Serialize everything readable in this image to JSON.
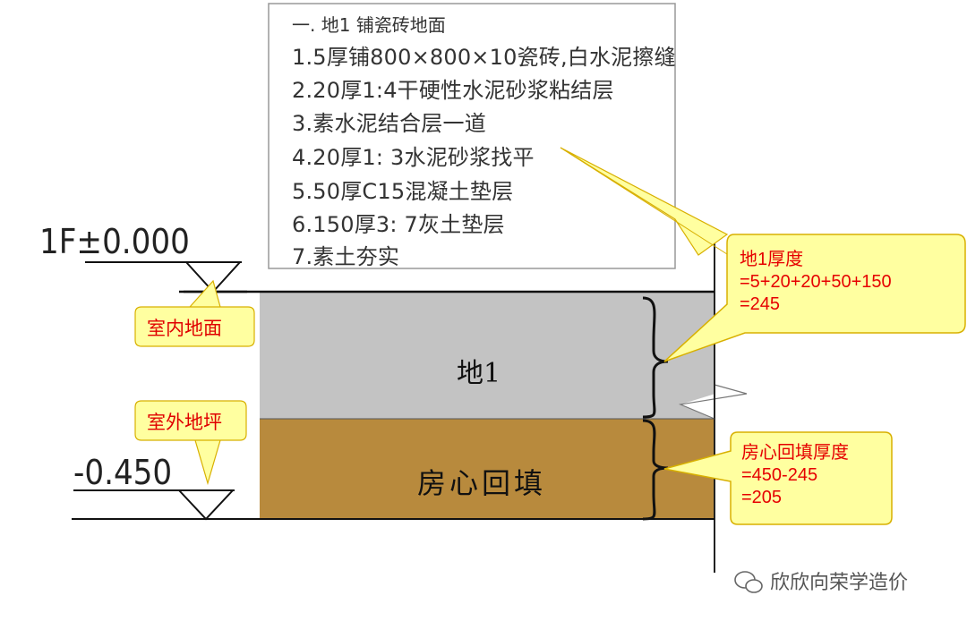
{
  "spec": {
    "title": "一.  地1   铺瓷砖地面",
    "items": [
      "1.5厚铺800×800×10瓷砖,白水泥擦缝",
      "2.20厚1:4干硬性水泥砂浆粘结层",
      "3.素水泥结合层一道",
      "4.20厚1: 3水泥砂浆找平",
      "5.50厚C15混凝土垫层",
      "6.150厚3: 7灰土垫层",
      "7.素土夯实"
    ]
  },
  "levels": {
    "indoor_elevation": "1F±0.000",
    "outdoor_elevation": "-0.450"
  },
  "layers": {
    "floor_label": "地1",
    "backfill_label": "房心回填"
  },
  "notes": {
    "indoor_floor": "室内地面",
    "outdoor_ground": "室外地坪"
  },
  "callouts": {
    "floor_thickness": [
      "地1厚度",
      "=5+20+20+50+150",
      "=245"
    ],
    "backfill_thickness": [
      "房心回填厚度",
      "=450-245",
      "=205"
    ]
  },
  "watermark": "欣欣向荣学造价",
  "colors": {
    "floor_layer": "#c3c3c3",
    "backfill_layer": "#b88a3d",
    "callout_fill": "#ffffa0",
    "callout_text": "#e60000"
  }
}
